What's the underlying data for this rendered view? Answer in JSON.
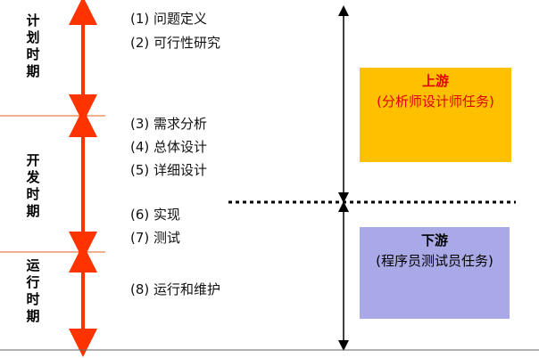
{
  "phases": [
    {
      "label": "计划时期"
    },
    {
      "label": "开发时期"
    },
    {
      "label": "运行时期"
    }
  ],
  "steps": [
    {
      "text": "(1) 问题定义"
    },
    {
      "text": "(2) 可行性研究"
    },
    {
      "text": "(3) 需求分析"
    },
    {
      "text": "(4) 总体设计"
    },
    {
      "text": "(5) 详细设计"
    },
    {
      "text": "(6) 实现"
    },
    {
      "text": "(7) 测试"
    },
    {
      "text": "(8) 运行和维护"
    }
  ],
  "upstream": {
    "title": "上游",
    "subtitle": "(分析师设计师任务)",
    "bg_color": "#ffc000",
    "text_color": "#e00000"
  },
  "downstream": {
    "title": "下游",
    "subtitle": "(程序员测试员任务)",
    "bg_color": "#a9a9e8",
    "text_color": "#000000"
  },
  "colors": {
    "phase_arrow": "#ff3300",
    "divider_line": "#e06020"
  }
}
